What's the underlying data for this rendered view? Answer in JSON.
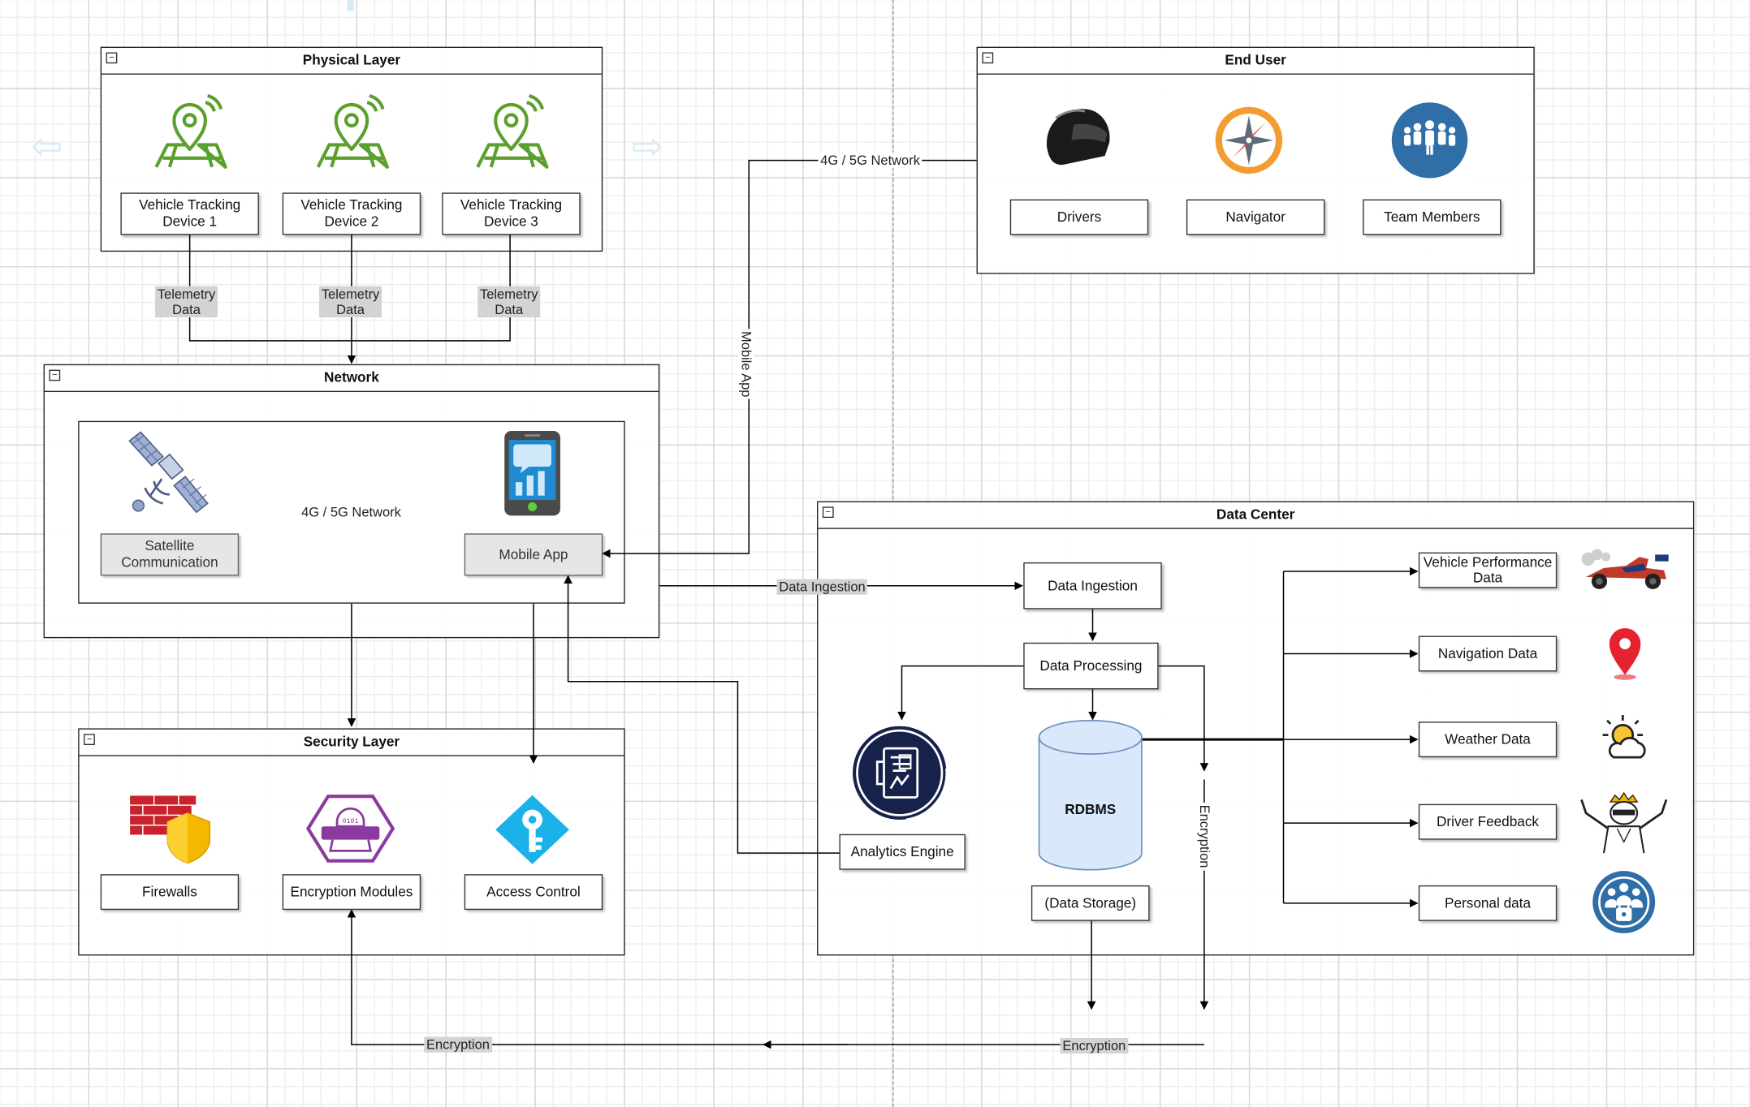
{
  "containers": {
    "physical": "Physical Layer",
    "end_user": "End User",
    "network": "Network",
    "data_center": "Data Center",
    "security": "Security Layer"
  },
  "physical_layer": {
    "devices": [
      "Vehicle Tracking\nDevice 1",
      "Vehicle Tracking\nDevice 2",
      "Vehicle Tracking\nDevice 3"
    ],
    "telemetry_label": "Telemetry\nData"
  },
  "end_user": {
    "items": [
      "Drivers",
      "Navigator",
      "Team Members"
    ]
  },
  "network": {
    "satellite": "Satellite\nCommunication",
    "mobile_app": "Mobile App",
    "network_label": "4G / 5G Network"
  },
  "security": {
    "items": [
      "Firewalls",
      "Encryption Modules",
      "Access Control"
    ]
  },
  "data_center": {
    "ingestion": "Data Ingestion",
    "processing": "Data Processing",
    "rdbms": "RDBMS",
    "storage": "(Data Storage)",
    "analytics": "Analytics Engine",
    "outputs": [
      "Vehicle Performance\nData",
      "Navigation Data",
      "Weather Data",
      "Driver Feedback",
      "Personal data"
    ]
  },
  "edge_labels": {
    "network_top": "4G / 5G Network",
    "mobile_app": "Mobile App",
    "data_ingestion": "Data Ingestion",
    "encryption_vertical": "Encryption",
    "encryption_bottom_left": "Encryption",
    "encryption_bottom_right": "Encryption"
  },
  "colors": {
    "pin_green": "#5aa02c",
    "satellite_blue": "#8fa3c8",
    "phone_blue": "#1f8ad0",
    "firewall_red": "#c8232c",
    "shield_yellow": "#f5b800",
    "encrypt_purple": "#8b3a9e",
    "access_cyan": "#1ab2e8",
    "cylinder_blue": "#dae8fc",
    "team_blue": "#2f6ea6",
    "analytics_navy": "#16224a"
  }
}
